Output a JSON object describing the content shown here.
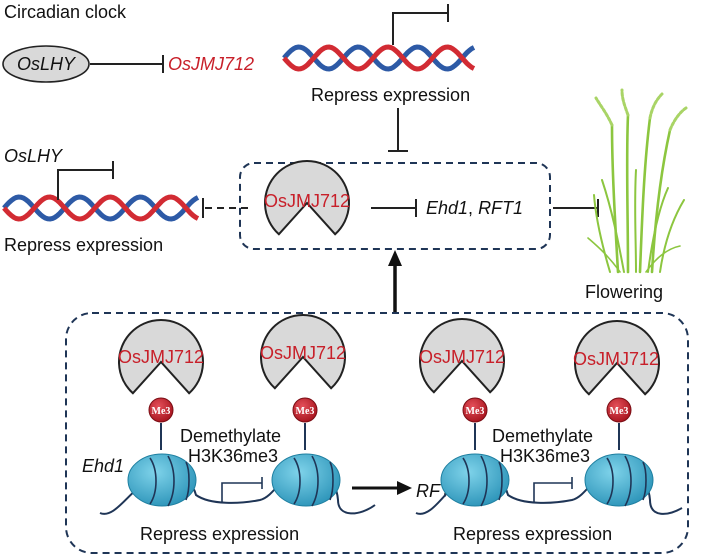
{
  "title": "Circadian clock",
  "genes": {
    "oslhy": "OsLHY",
    "osjmj712": "OsJMJ712",
    "ehd1": "Ehd1",
    "rft1": "RFT1",
    "target_ehd1": "Ehd1",
    "target_sep": ", ",
    "target_rft1": "RFT1"
  },
  "labels": {
    "repress_expression": "Repress expression",
    "flowering": "Flowering",
    "demethylate_line1": "Demethylate",
    "demethylate_line2": "H3K36me3",
    "me3": "Me3"
  },
  "colors": {
    "dna_red": "#d22b33",
    "dna_blue": "#2d5aa6",
    "protein_fill": "#d9d9d9",
    "gene_red": "#c8202a",
    "box_border": "#1f3556",
    "nucleosome": "#3aa9c9",
    "me3_fill": "#c8202a",
    "plant_green": "#8cc63f"
  }
}
